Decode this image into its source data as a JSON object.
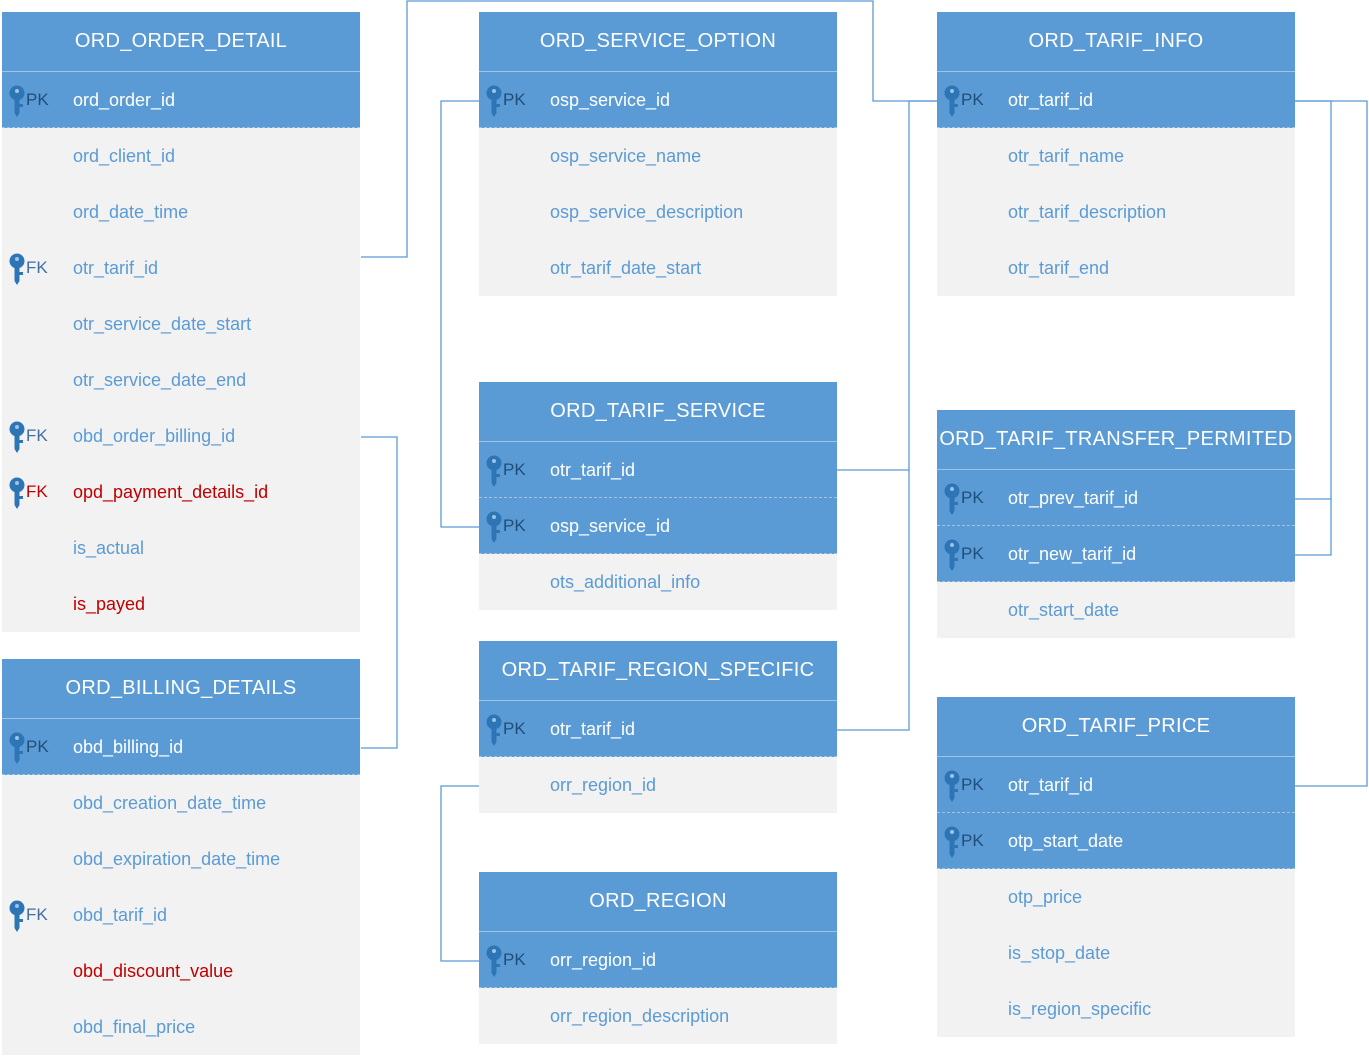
{
  "tables": {
    "order_detail": {
      "title": "ORD_ORDER_DETAIL",
      "fields": [
        {
          "key": "PK",
          "name": "ord_order_id"
        },
        {
          "key": "",
          "name": "ord_client_id"
        },
        {
          "key": "",
          "name": "ord_date_time"
        },
        {
          "key": "FK",
          "name": "otr_tarif_id"
        },
        {
          "key": "",
          "name": "otr_service_date_start"
        },
        {
          "key": "",
          "name": "otr_service_date_end"
        },
        {
          "key": "FK",
          "name": "obd_order_billing_id"
        },
        {
          "key": "FK",
          "name": "opd_payment_details_id"
        },
        {
          "key": "",
          "name": "is_actual"
        },
        {
          "key": "",
          "name": "is_payed"
        }
      ]
    },
    "billing_details": {
      "title": "ORD_BILLING_DETAILS",
      "fields": [
        {
          "key": "PK",
          "name": "obd_billing_id"
        },
        {
          "key": "",
          "name": "obd_creation_date_time"
        },
        {
          "key": "",
          "name": "obd_expiration_date_time"
        },
        {
          "key": "FK",
          "name": "obd_tarif_id"
        },
        {
          "key": "",
          "name": "obd_discount_value"
        },
        {
          "key": "",
          "name": "obd_final_price"
        }
      ]
    },
    "service_option": {
      "title": "ORD_SERVICE_OPTION",
      "fields": [
        {
          "key": "PK",
          "name": "osp_service_id"
        },
        {
          "key": "",
          "name": "osp_service_name"
        },
        {
          "key": "",
          "name": "osp_service_description"
        },
        {
          "key": "",
          "name": "otr_tarif_date_start"
        }
      ]
    },
    "tarif_service": {
      "title": "ORD_TARIF_SERVICE",
      "fields": [
        {
          "key": "PK",
          "name": "otr_tarif_id"
        },
        {
          "key": "PK",
          "name": "osp_service_id"
        },
        {
          "key": "",
          "name": "ots_additional_info"
        }
      ]
    },
    "tarif_region_specific": {
      "title": "ORD_TARIF_REGION_SPECIFIC",
      "fields": [
        {
          "key": "PK",
          "name": "otr_tarif_id"
        },
        {
          "key": "",
          "name": "orr_region_id"
        }
      ]
    },
    "region": {
      "title": "ORD_REGION",
      "fields": [
        {
          "key": "PK",
          "name": "orr_region_id"
        },
        {
          "key": "",
          "name": "orr_region_description"
        }
      ]
    },
    "tarif_info": {
      "title": "ORD_TARIF_INFO",
      "fields": [
        {
          "key": "PK",
          "name": "otr_tarif_id"
        },
        {
          "key": "",
          "name": "otr_tarif_name"
        },
        {
          "key": "",
          "name": "otr_tarif_description"
        },
        {
          "key": "",
          "name": "otr_tarif_end"
        }
      ]
    },
    "tarif_transfer_permited": {
      "title": "ORD_TARIF_TRANSFER_PERMITED",
      "fields": [
        {
          "key": "PK",
          "name": "otr_prev_tarif_id"
        },
        {
          "key": "PK",
          "name": "otr_new_tarif_id"
        },
        {
          "key": "",
          "name": "otr_start_date"
        }
      ]
    },
    "tarif_price": {
      "title": "ORD_TARIF_PRICE",
      "fields": [
        {
          "key": "PK",
          "name": "otr_tarif_id"
        },
        {
          "key": "PK",
          "name": "otp_start_date"
        },
        {
          "key": "",
          "name": "otp_price"
        },
        {
          "key": "",
          "name": "is_stop_date"
        },
        {
          "key": "",
          "name": "is_region_specific"
        }
      ]
    }
  },
  "colors": {
    "header": "#5b9bd5",
    "key_row": "#5b9bd5",
    "plain_row": "#f2f2f2",
    "field_text": "#5b9bd5",
    "highlight_text": "#c00000",
    "connector": "#5b9bd5"
  }
}
